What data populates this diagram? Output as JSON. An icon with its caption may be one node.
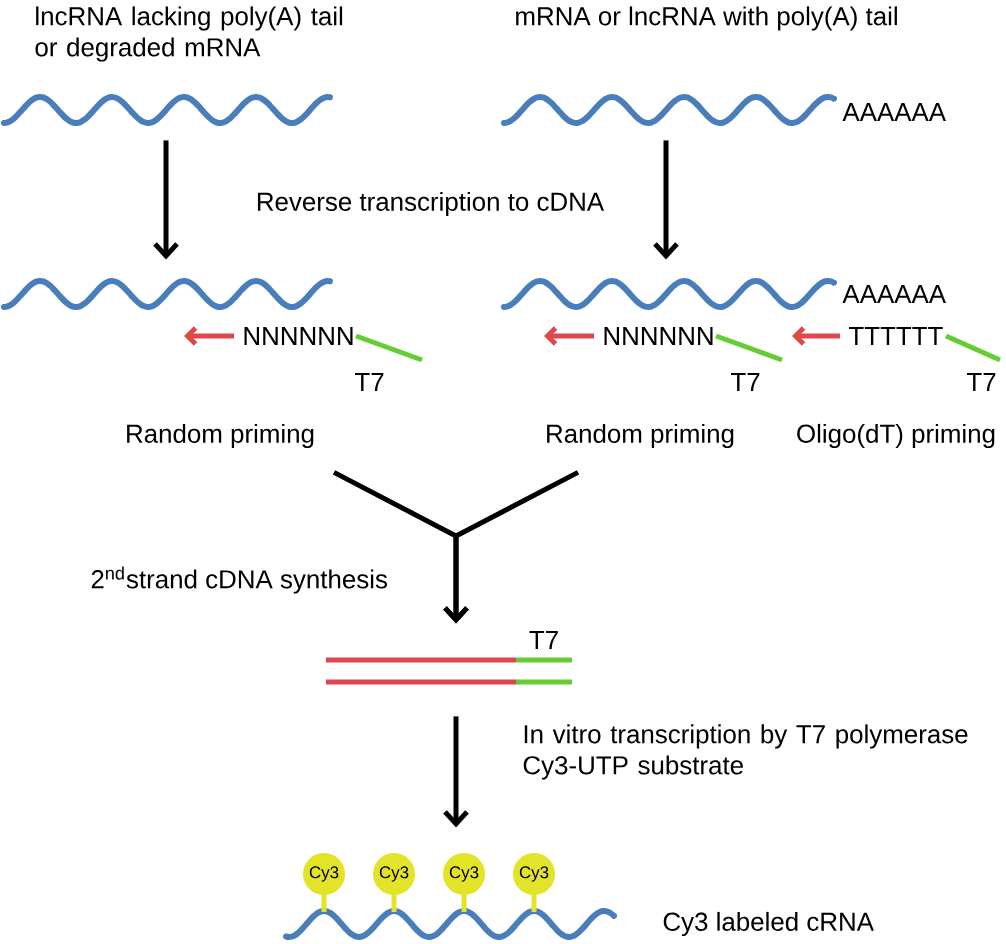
{
  "diagram": {
    "nodes": [
      {
        "text": [
          "lncRNA lacking poly(A) tail or degraded mRNA"
        ]
      },
      {
        "text": [
          "mRNA or lncRNA with poly(A) tail",
          "AAAAAA"
        ]
      },
      {
        "text": [
          "NNNNNN",
          "T7",
          "Random priming"
        ]
      },
      {
        "text": [
          "AAAAAA",
          "NNNNNN",
          "T7",
          "TTTTTT",
          "T7",
          "Random priming",
          "Oligo(dT) priming"
        ]
      },
      {
        "text": [
          "T7"
        ]
      },
      {
        "text": [
          "Cy3",
          "Cy3",
          "Cy3",
          "Cy3",
          "Cy3 labeled cRNA"
        ]
      }
    ],
    "edges": [
      {
        "from": 0,
        "to": 2,
        "arrow": "to"
      },
      {
        "from": 1,
        "to": 3,
        "arrow": "to"
      },
      {
        "from": 2,
        "to": 4,
        "arrow": "to"
      },
      {
        "from": 3,
        "to": 4,
        "arrow": "to"
      },
      {
        "from": 4,
        "to": 5,
        "arrow": "to"
      }
    ],
    "labels": [
      "Reverse transcription to cDNA",
      "2$^{nd}$strand cDNA synthesis",
      "In vitro transcription by T7 polymerase Cy3-UTP substrate"
    ]
  }
}
